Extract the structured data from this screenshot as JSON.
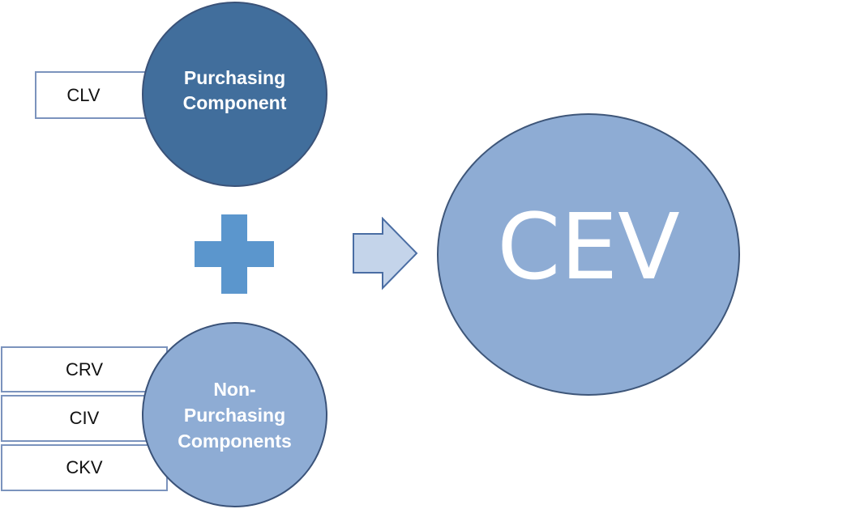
{
  "diagram": {
    "left_boxes_top": [
      "CLV"
    ],
    "left_boxes_bottom": [
      "CRV",
      "CIV",
      "CKV"
    ],
    "purchasing_circle": {
      "label": "Purchasing\nComponent"
    },
    "non_purchasing_circle": {
      "label": "Non-\nPurchasing\nComponents"
    },
    "result_circle": {
      "label": "CEV"
    },
    "operator_icon": "plus-icon",
    "connector_icon": "right-arrow-icon"
  },
  "colors": {
    "purchasing_fill": "#416e9c",
    "light_fill": "#8eacd4",
    "plus_fill": "#5b96cd",
    "arrow_fill": "#c4d4ea",
    "box_border": "#7b93bd"
  }
}
